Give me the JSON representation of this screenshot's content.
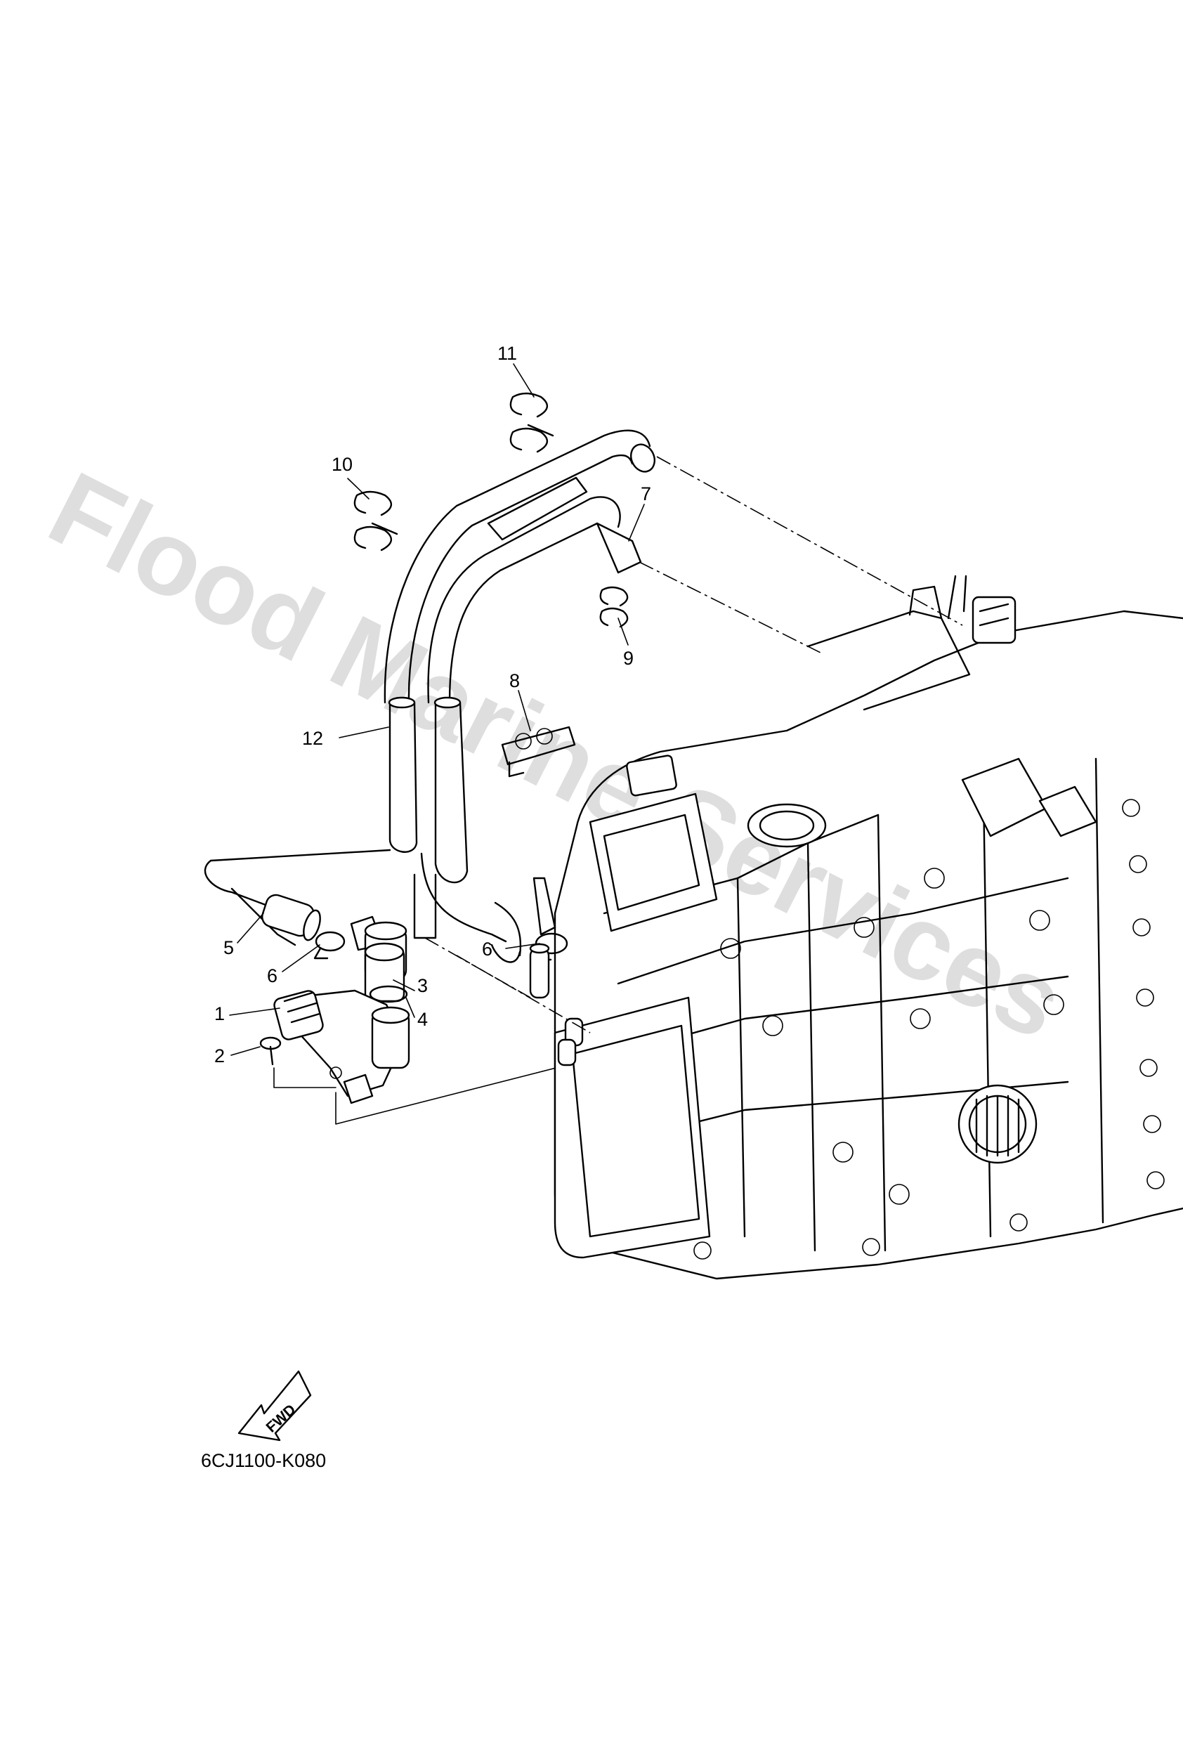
{
  "watermark": {
    "text": "Flood Marine Services",
    "color": "#d4d4d4"
  },
  "callouts": [
    {
      "id": "1",
      "label": "1"
    },
    {
      "id": "2",
      "label": "2"
    },
    {
      "id": "3",
      "label": "3"
    },
    {
      "id": "4",
      "label": "4"
    },
    {
      "id": "5",
      "label": "5"
    },
    {
      "id": "6a",
      "label": "6"
    },
    {
      "id": "6b",
      "label": "6"
    },
    {
      "id": "7",
      "label": "7"
    },
    {
      "id": "8",
      "label": "8"
    },
    {
      "id": "9",
      "label": "9"
    },
    {
      "id": "10",
      "label": "10"
    },
    {
      "id": "11",
      "label": "11"
    },
    {
      "id": "12",
      "label": "12"
    }
  ],
  "direction_marker": {
    "text": "FWD",
    "icon": "forward-arrow-icon"
  },
  "diagram_code": "6CJ1100-K080"
}
